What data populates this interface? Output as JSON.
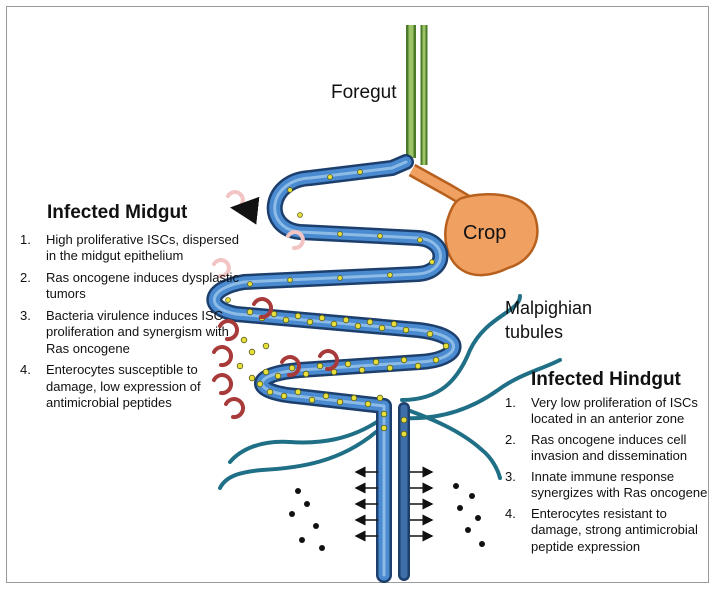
{
  "labels": {
    "foregut": "Foregut",
    "crop": "Crop",
    "malpighian": "Malpighian tubules"
  },
  "midgut": {
    "title": "Infected Midgut",
    "items": [
      {
        "num": "1.",
        "text": "High proliferative ISCs, dispersed in the midgut epithelium"
      },
      {
        "num": "2.",
        "text": "Ras oncogene induces dysplastic tumors"
      },
      {
        "num": "3.",
        "text": "Bacteria virulence induces ISC proliferation and synergism with Ras oncogene"
      },
      {
        "num": "4.",
        "text": "Enterocytes susceptible to damage, low expression of antimicrobial peptides"
      }
    ]
  },
  "hindgut": {
    "title": "Infected Hindgut",
    "items": [
      {
        "num": "1.",
        "text": "Very low proliferation of ISCs located in an anterior zone"
      },
      {
        "num": "2.",
        "text": "Ras oncogene induces cell invasion and dissemination"
      },
      {
        "num": "3.",
        "text": "Innate immune response synergizes with Ras oncogene"
      },
      {
        "num": "4.",
        "text": "Enterocytes resistant to damage, strong antimicrobial peptide expression"
      }
    ]
  },
  "colors": {
    "gut_blue": "#3f7fc4",
    "gut_outline": "#1c3f6e",
    "foregut_green": "#7aa64a",
    "crop_orange": "#f0a060",
    "crop_outline": "#b8601e",
    "tubule_teal": "#2a8fa8",
    "cell_yellow": "#e8e03a",
    "cycle_red": "#a83a3a",
    "cycle_pale": "#f2c4c4"
  }
}
